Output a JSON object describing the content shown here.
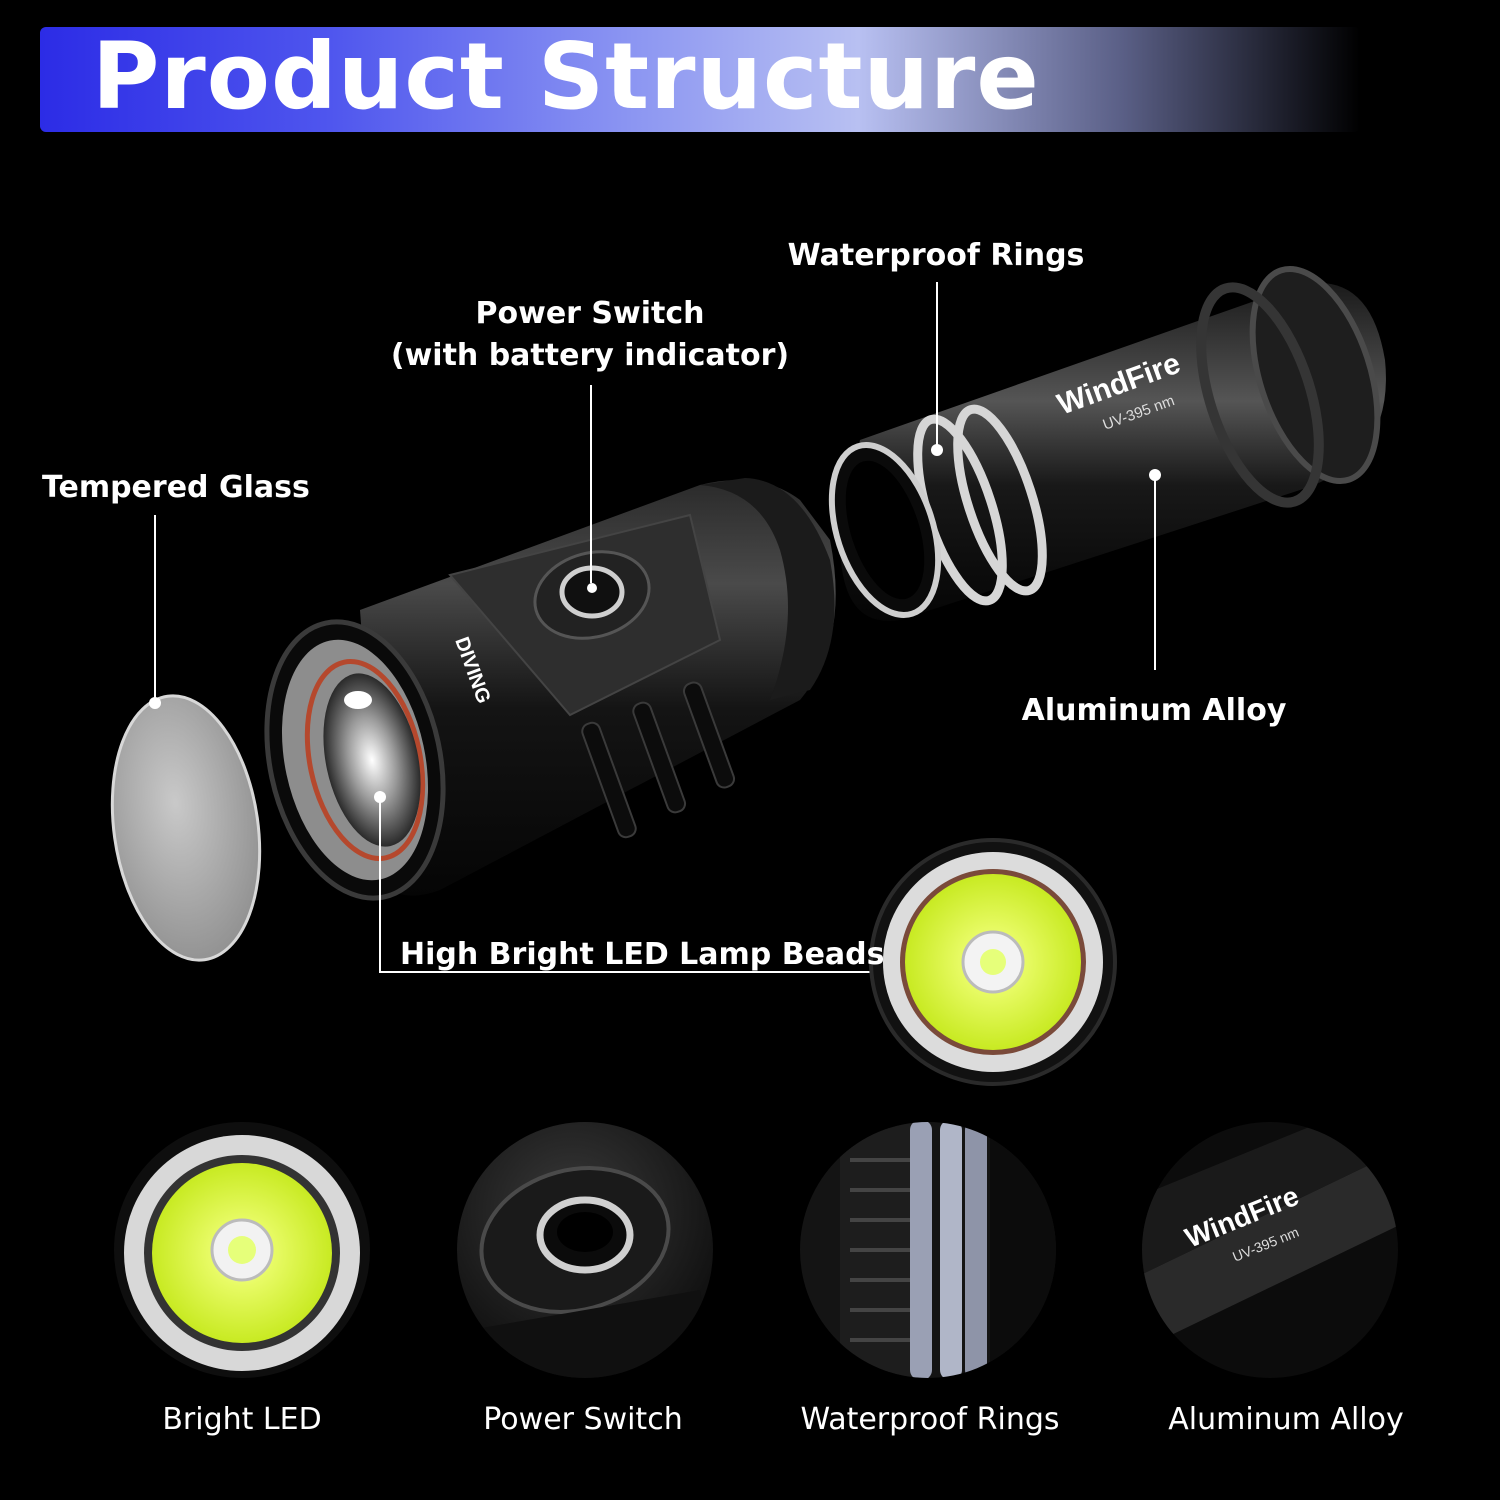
{
  "banner": {
    "title": "Product Structure"
  },
  "labels": {
    "tempered_glass": "Tempered Glass",
    "power_switch_line1": "Power Switch",
    "power_switch_line2": "(with battery indicator)",
    "waterproof_rings": "Waterproof Rings",
    "aluminum_alloy": "Aluminum Alloy",
    "led_beads": "High Bright LED Lamp Beads"
  },
  "product_markings": {
    "brand": "WindFire",
    "model": "UV-395 nm",
    "head_mark": "DIVING"
  },
  "details": [
    {
      "caption": "Bright LED",
      "icon": "led-icon"
    },
    {
      "caption": "Power Switch",
      "icon": "switch-icon"
    },
    {
      "caption": "Waterproof Rings",
      "icon": "rings-icon"
    },
    {
      "caption": "Aluminum Alloy",
      "icon": "alloy-icon"
    }
  ],
  "colors": {
    "banner_start": "#2c2ce6",
    "banner_mid": "#b8c0f2",
    "led": "#d9f43a",
    "seal": "#b5482d"
  }
}
